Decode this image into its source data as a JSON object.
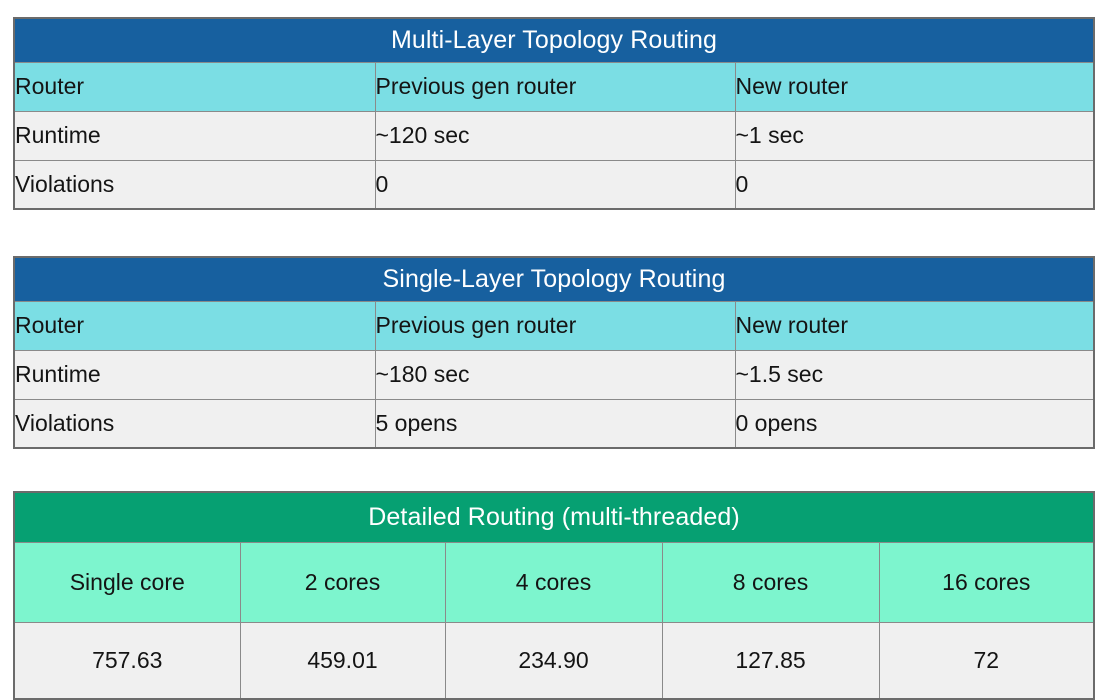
{
  "colors": {
    "banner_blue": "#17609f",
    "banner_green": "#06a072",
    "subheader_cyan": "#7bdee4",
    "subheader_mint": "#7df5ce",
    "data_row": "#f0f0f0",
    "border": "#8a8a8a",
    "outer_border": "#6b6b6b",
    "text": "#141414",
    "title_text": "#ffffff"
  },
  "tables": [
    {
      "id": "multi-layer-topology-routing",
      "title": "Multi-Layer Topology Routing",
      "banner_color": "#17609f",
      "subheader_color": "#7bdee4",
      "columns": [
        "Router",
        "Previous gen router",
        "New router"
      ],
      "rows": [
        {
          "label": "Runtime",
          "values": [
            "~120 sec",
            "~1 sec"
          ]
        },
        {
          "label": "Violations",
          "values": [
            "0",
            "0"
          ]
        }
      ]
    },
    {
      "id": "single-layer-topology-routing",
      "title": "Single-Layer Topology Routing",
      "banner_color": "#17609f",
      "subheader_color": "#7bdee4",
      "columns": [
        "Router",
        "Previous gen router",
        "New router"
      ],
      "rows": [
        {
          "label": "Runtime",
          "values": [
            "~180 sec",
            "~1.5 sec"
          ]
        },
        {
          "label": "Violations",
          "values": [
            "5 opens",
            "0 opens"
          ]
        }
      ]
    },
    {
      "id": "detailed-routing-multi-threaded",
      "title": "Detailed Routing (multi-threaded)",
      "banner_color": "#06a072",
      "subheader_color": "#7df5ce",
      "columns": [
        "Single core",
        "2 cores",
        "4 cores",
        "8 cores",
        "16 cores"
      ],
      "values": [
        "757.63",
        "459.01",
        "234.90",
        "127.85",
        "72"
      ]
    }
  ]
}
